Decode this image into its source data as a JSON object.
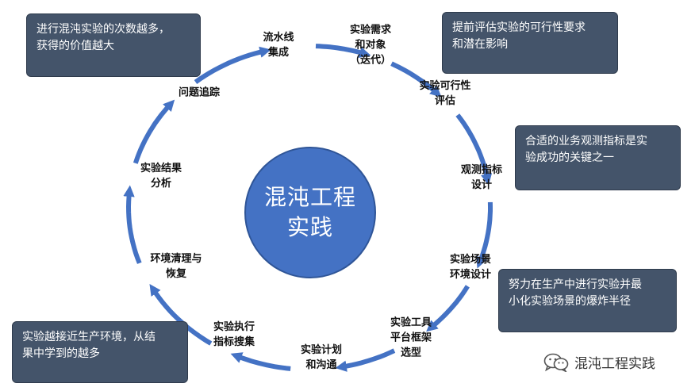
{
  "hub": {
    "line1": "混沌工程",
    "line2": "实践"
  },
  "steps": [
    {
      "lines": [
        "流水线",
        "集成"
      ]
    },
    {
      "lines": [
        "实验需求",
        "和对象",
        "（迭代）"
      ]
    },
    {
      "lines": [
        "实验可行性",
        "评估"
      ]
    },
    {
      "lines": [
        "观测指标",
        "设计"
      ]
    },
    {
      "lines": [
        "实验场景",
        "环境设计"
      ]
    },
    {
      "lines": [
        "实验工具",
        "平台框架",
        "选型"
      ]
    },
    {
      "lines": [
        "实验计划",
        "和沟通"
      ]
    },
    {
      "lines": [
        "实验执行",
        "指标搜集"
      ]
    },
    {
      "lines": [
        "环境清理与",
        "恢复"
      ]
    },
    {
      "lines": [
        "实验结果",
        "分析"
      ]
    },
    {
      "lines": [
        "问题追踪"
      ]
    }
  ],
  "notes": [
    {
      "lines": [
        "进行混沌实验的次数越多，",
        "获得的价值越大"
      ]
    },
    {
      "lines": [
        "提前评估实验的可行性要求",
        "和潜在影响"
      ]
    },
    {
      "lines": [
        "合适的业务观测指标是实",
        "验成功的关键之一"
      ]
    },
    {
      "lines": [
        "努力在生产中进行实验并最",
        "小化实验场景的爆炸半径"
      ]
    },
    {
      "lines": [
        "实验越接近生产环境，从结",
        "果中学到的越多"
      ]
    }
  ],
  "brand": {
    "text": "混沌工程实践"
  },
  "colors": {
    "hub_fill": "#4472c4",
    "arrow": "#4472c4",
    "note_fill": "#44546a"
  },
  "icons": {
    "brand": "wechat-icon"
  }
}
